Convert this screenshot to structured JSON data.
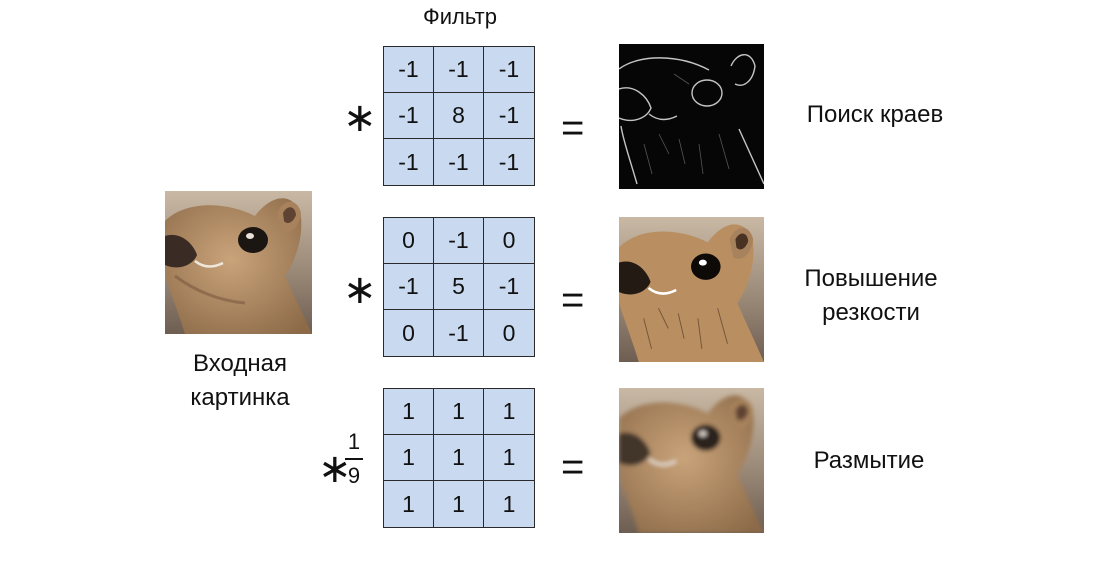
{
  "header": {
    "filter_title": "Фильтр"
  },
  "input": {
    "label_line1": "Входная",
    "label_line2": "картинка"
  },
  "operators": {
    "convolve": "∗",
    "equals": "="
  },
  "rows": [
    {
      "matrix": [
        [
          "-1",
          "-1",
          "-1"
        ],
        [
          "-1",
          "8",
          "-1"
        ],
        [
          "-1",
          "-1",
          "-1"
        ]
      ],
      "result_label": [
        "Поиск краев"
      ]
    },
    {
      "matrix": [
        [
          "0",
          "-1",
          "0"
        ],
        [
          "-1",
          "5",
          "-1"
        ],
        [
          "0",
          "-1",
          "0"
        ]
      ],
      "result_label": [
        "Повышение",
        "резкости"
      ]
    },
    {
      "matrix": [
        [
          "1",
          "1",
          "1"
        ],
        [
          "1",
          "1",
          "1"
        ],
        [
          "1",
          "1",
          "1"
        ]
      ],
      "scale": {
        "numerator": "1",
        "denominator": "9"
      },
      "result_label": [
        "Размытие"
      ]
    }
  ],
  "colors": {
    "matrix_fill": "#c9d9ef",
    "grid_line": "#2a2a2a"
  }
}
